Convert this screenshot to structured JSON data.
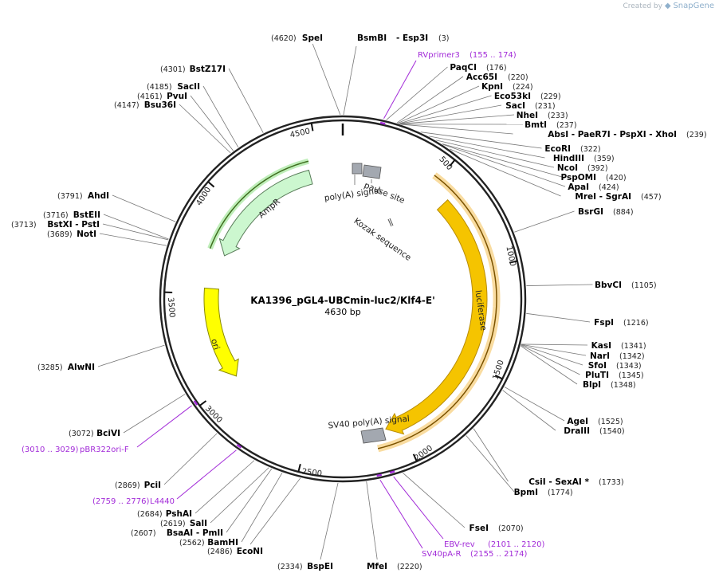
{
  "credit": {
    "prefix": "Created by",
    "brand": "SnapGene"
  },
  "plasmid": {
    "name": "KA1396_pGL4-UBCmin-luc2/Klf4-E'",
    "size_label": "4630 bp",
    "length": 4630
  },
  "ticks": [
    "500",
    "1000",
    "1500",
    "2000",
    "2500",
    "3000",
    "3500",
    "4000",
    "4500"
  ],
  "sites": [
    {
      "name": "SpeI",
      "pos": "(4620)"
    },
    {
      "name": "BsmBI",
      "pos": ""
    },
    {
      "name": "- Esp3I",
      "pos": "(3)"
    },
    {
      "name": "PaqCI",
      "pos": "(176)"
    },
    {
      "name": "Acc65I",
      "pos": "(220)"
    },
    {
      "name": "KpnI",
      "pos": "(224)"
    },
    {
      "name": "Eco53kI",
      "pos": "(229)"
    },
    {
      "name": "SacI",
      "pos": "(231)"
    },
    {
      "name": "NheI",
      "pos": "(233)"
    },
    {
      "name": "BmtI",
      "pos": "(237)"
    },
    {
      "name": "AbsI  - PaeR7I  - PspXI  - XhoI",
      "pos": "(239)"
    },
    {
      "name": "EcoRI",
      "pos": "(322)"
    },
    {
      "name": "HindIII",
      "pos": "(359)"
    },
    {
      "name": "NcoI",
      "pos": "(392)"
    },
    {
      "name": "PspOMI",
      "pos": "(420)"
    },
    {
      "name": "ApaI",
      "pos": "(424)"
    },
    {
      "name": "MreI  - SgrAI",
      "pos": "(457)"
    },
    {
      "name": "BsrGI",
      "pos": "(884)"
    },
    {
      "name": "BbvCI",
      "pos": "(1105)"
    },
    {
      "name": "FspI",
      "pos": "(1216)"
    },
    {
      "name": "KasI",
      "pos": "(1341)"
    },
    {
      "name": "NarI",
      "pos": "(1342)"
    },
    {
      "name": "SfoI",
      "pos": "(1343)"
    },
    {
      "name": "PluTI",
      "pos": "(1345)"
    },
    {
      "name": "BlpI",
      "pos": "(1348)"
    },
    {
      "name": "AgeI",
      "pos": "(1525)"
    },
    {
      "name": "DraIII",
      "pos": "(1540)"
    },
    {
      "name": "CsiI  - SexAI *",
      "pos": "(1733)"
    },
    {
      "name": "BpmI",
      "pos": "(1774)"
    },
    {
      "name": "FseI",
      "pos": "(2070)"
    },
    {
      "name": "MfeI",
      "pos": "(2220)"
    },
    {
      "name": "BspEI",
      "pos": "(2334)"
    },
    {
      "name": "EcoNI",
      "pos": "(2486)"
    },
    {
      "name": "BamHI",
      "pos": "(2562)"
    },
    {
      "name": "BsaAI  - PmlI",
      "pos": "(2607)"
    },
    {
      "name": "SalI",
      "pos": "(2619)"
    },
    {
      "name": "PshAI",
      "pos": "(2684)"
    },
    {
      "name": "PciI",
      "pos": "(2869)"
    },
    {
      "name": "BciVI",
      "pos": "(3072)"
    },
    {
      "name": "AlwNI",
      "pos": "(3285)"
    },
    {
      "name": "NotI",
      "pos": "(3689)"
    },
    {
      "name": "BstXI  - PstI",
      "pos": "(3713)"
    },
    {
      "name": "BstEII",
      "pos": "(3716)"
    },
    {
      "name": "AhdI",
      "pos": "(3791)"
    },
    {
      "name": "Bsu36I",
      "pos": "(4147)"
    },
    {
      "name": "PvuI",
      "pos": "(4161)"
    },
    {
      "name": "SacII",
      "pos": "(4185)"
    },
    {
      "name": "BstZ17I",
      "pos": "(4301)"
    }
  ],
  "primers": [
    {
      "name": "RVprimer3",
      "range": "(155 .. 174)"
    },
    {
      "name": "EBV-rev",
      "range": "(2101 .. 2120)"
    },
    {
      "name": "SV40pA-R",
      "range": "(2155 .. 2174)"
    },
    {
      "name": "L4440",
      "range": "(2759 .. 2776)"
    },
    {
      "name": "pBR322ori-F",
      "range": "(3010 .. 3029)"
    }
  ],
  "features": [
    {
      "name": "luciferase",
      "color": "#f5c400",
      "stroke": "#b98c00"
    },
    {
      "name": "AmpR",
      "color": "#ccf7cf",
      "stroke": "#5a7d5a"
    },
    {
      "name": "ori",
      "color": "#ffff00",
      "stroke": "#8a8a00"
    },
    {
      "name": "poly(A) signal",
      "color": "#a3a8b0"
    },
    {
      "name": "pause site",
      "color": "#a3a8b0"
    },
    {
      "name": "Kozak sequence",
      "color": "#a3a8b0"
    },
    {
      "name": "SV40 poly(A) signal",
      "color": "#a3a8b0"
    }
  ]
}
